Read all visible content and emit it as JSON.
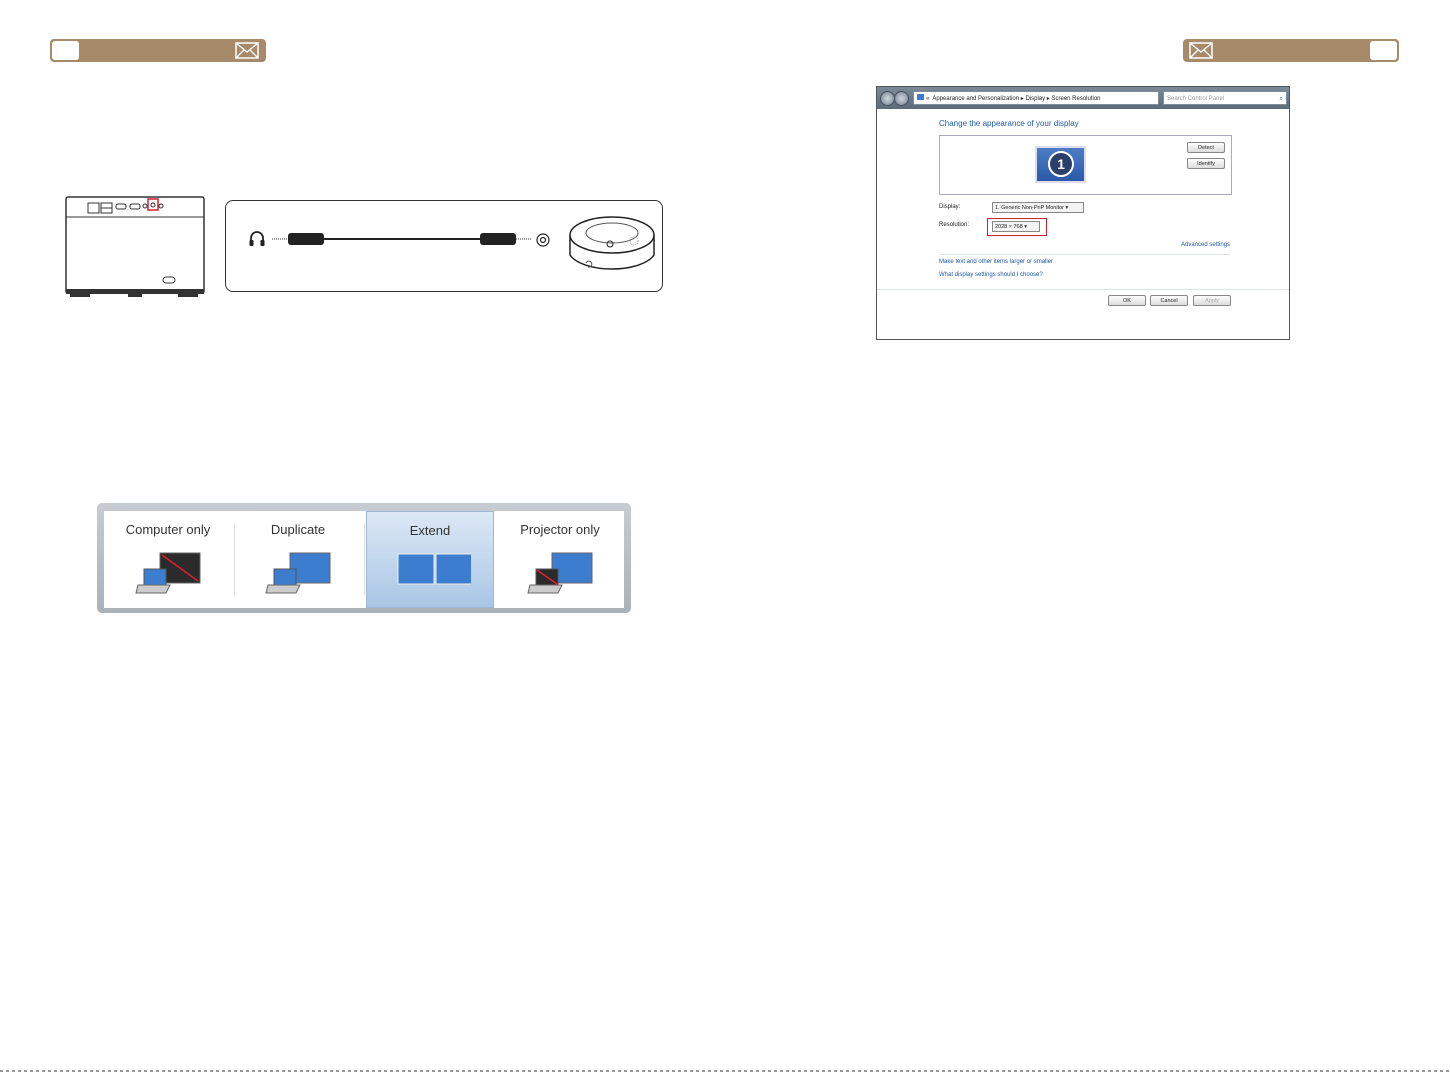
{
  "header": {
    "left_icon": "mail-icon",
    "right_icon": "mail-icon",
    "bar_color": "#a68a6a"
  },
  "projection_modes": {
    "options": [
      {
        "label": "Computer only"
      },
      {
        "label": "Duplicate"
      },
      {
        "label": "Extend"
      },
      {
        "label": "Projector only"
      }
    ],
    "selected": "Extend"
  },
  "window": {
    "breadcrumb": [
      "Appearance and Personalization",
      "Display",
      "Screen Resolution"
    ],
    "search_placeholder": "Search Control Panel",
    "title": "Change the appearance of your display",
    "monitor_number": "1",
    "detect_label": "Detect",
    "identify_label": "Identify",
    "display_label": "Display:",
    "display_value": "1. Generic Non-PnP Monitor",
    "resolution_label": "Resolution:",
    "resolution_value": "2028 × 768",
    "advanced_link": "Advanced settings",
    "link1": "Make text and other items larger or smaller",
    "link2": "What display settings should I choose?",
    "ok_label": "OK",
    "cancel_label": "Cancel",
    "apply_label": "Apply"
  }
}
